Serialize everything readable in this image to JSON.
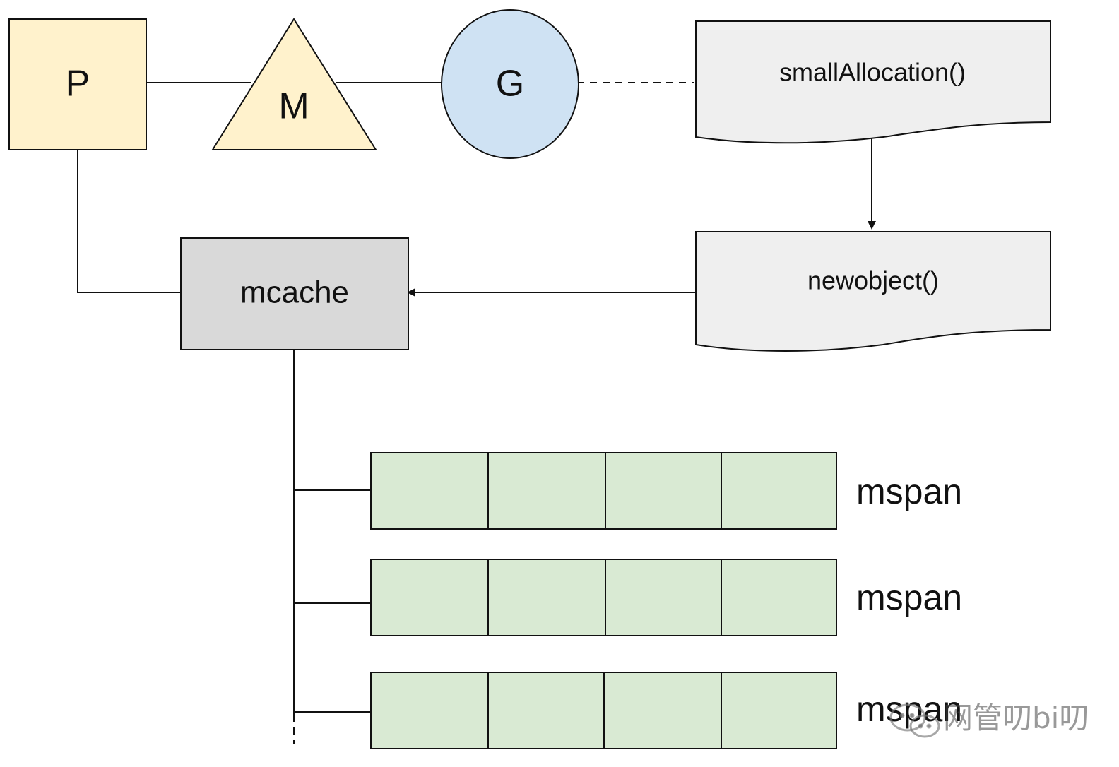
{
  "nodes": {
    "p": "P",
    "m": "M",
    "g": "G",
    "small_allocation": "smallAllocation()",
    "new_object": "newobject()",
    "mcache": "mcache"
  },
  "mspans": [
    {
      "label": "mspan"
    },
    {
      "label": "mspan"
    },
    {
      "label": "mspan"
    }
  ],
  "watermark": {
    "text": "网管叨bi叨",
    "icon": "wechat-icon"
  },
  "colors": {
    "p_m_fill": "#fff2cc",
    "g_fill": "#cfe2f3",
    "doc_fill": "#efefef",
    "mcache_fill": "#d9d9d9",
    "mspan_fill": "#d9ead3",
    "stroke": "#111111"
  }
}
